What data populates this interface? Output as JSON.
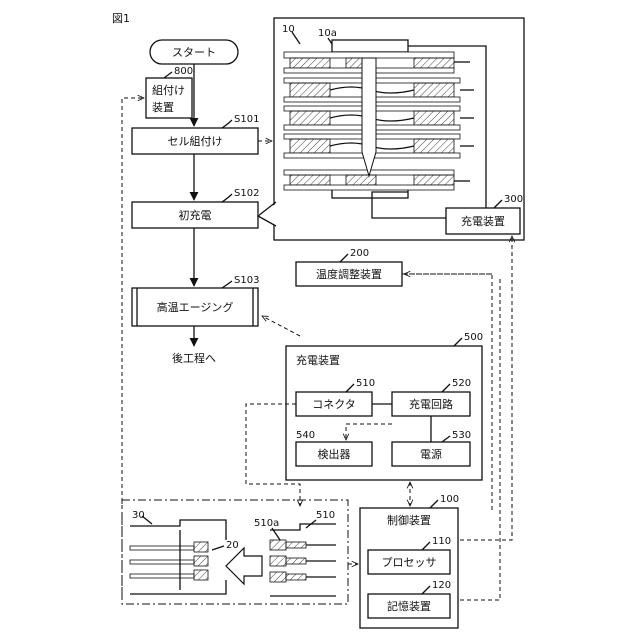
{
  "figure_label": "図1",
  "flow": {
    "start": "スタート",
    "s101": {
      "label": "セル組付け",
      "step": "S101"
    },
    "s102": {
      "label": "初充電",
      "step": "S102"
    },
    "s103": {
      "label": "高温エージング",
      "step": "S103"
    },
    "end": "後工程へ"
  },
  "assembly_device": {
    "ref": "800",
    "line1": "組付け",
    "line2": "装置"
  },
  "cell_stack": {
    "ref": "10",
    "sub_ref": "10a"
  },
  "charger_300": {
    "ref": "300",
    "label": "充電装置"
  },
  "temp_device": {
    "ref": "200",
    "label": "温度調整装置"
  },
  "charger_500": {
    "ref": "500",
    "label": "充電装置",
    "connector": {
      "ref": "510",
      "label": "コネクタ"
    },
    "circuit": {
      "ref": "520",
      "label": "充電回路"
    },
    "detector": {
      "ref": "540",
      "label": "検出器"
    },
    "power": {
      "ref": "530",
      "label": "電源"
    }
  },
  "controller": {
    "ref": "100",
    "label": "制御装置",
    "processor": {
      "ref": "110",
      "label": "プロセッサ"
    },
    "memory": {
      "ref": "120",
      "label": "記憶装置"
    }
  },
  "detail": {
    "ref_30": "30",
    "ref_20": "20",
    "ref_510a": "510a",
    "ref_510": "510"
  }
}
